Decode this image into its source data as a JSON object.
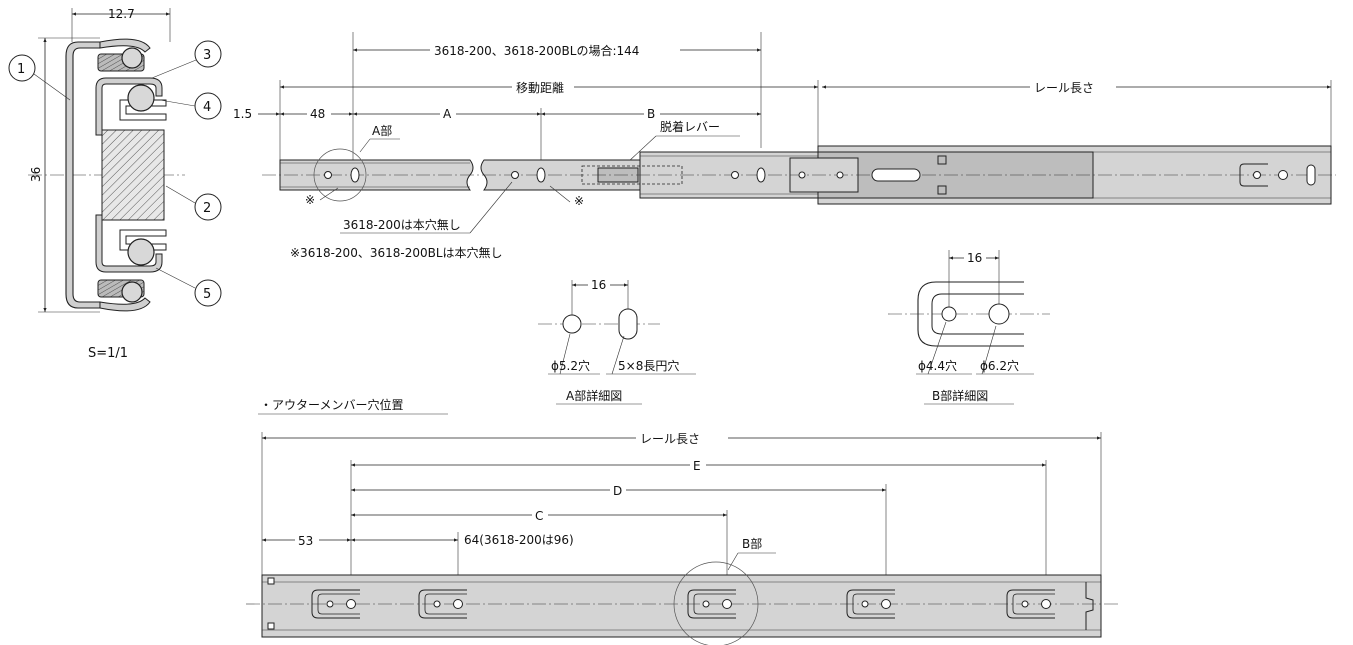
{
  "section": {
    "dim_width": "12.7",
    "dim_height": "36",
    "callouts": [
      "1",
      "3",
      "4",
      "2",
      "5"
    ],
    "scale": "S=1/1"
  },
  "top_view": {
    "dim_144": "3618-200、3618-200BLの場合:144",
    "travel": "移動距離",
    "rail_length": "レール長さ",
    "dim_1_5": "1.5",
    "dim_48": "48",
    "dim_a": "A",
    "dim_b": "B",
    "part_a": "A部",
    "lever": "脱着レバー",
    "note_mark": "※",
    "no_hole_200": "3618-200は本穴無し",
    "note_bottom": "※3618-200、3618-200BLは本穴無し"
  },
  "detail_a": {
    "pitch": "16",
    "hole1": "ϕ5.2穴",
    "hole2": "5×8長円穴",
    "title": "A部詳細図"
  },
  "detail_b": {
    "pitch": "16",
    "hole1": "ϕ4.4穴",
    "hole2": "ϕ6.2穴",
    "title": "B部詳細図"
  },
  "outer_member": {
    "heading": "・アウターメンバー穴位置",
    "rail_length": "レール長さ",
    "dim_e": "E",
    "dim_d": "D",
    "dim_c": "C",
    "dim_53": "53",
    "dim_64": "64(3618-200は96)",
    "part_b": "B部"
  }
}
